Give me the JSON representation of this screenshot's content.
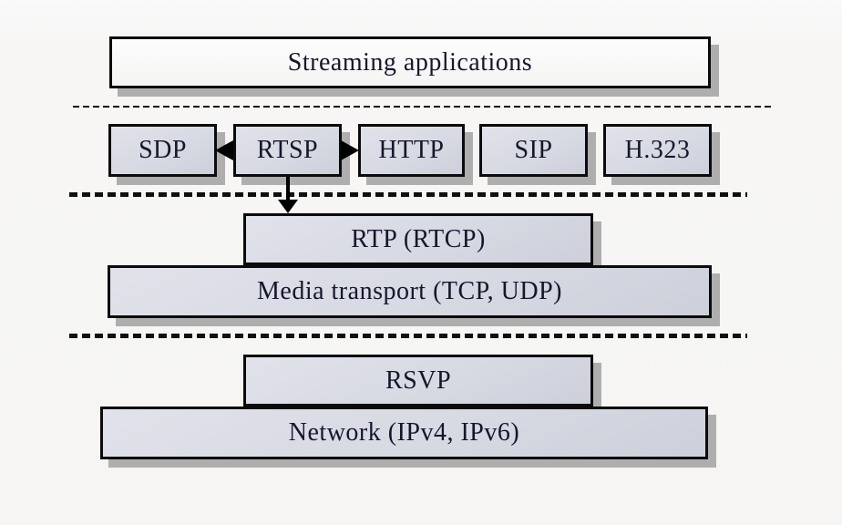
{
  "diagram": {
    "title": "Streaming applications",
    "session_protocols": [
      "SDP",
      "RTSP",
      "HTTP",
      "SIP",
      "H.323"
    ],
    "transport": {
      "rtp": "RTP (RTCP)",
      "media": "Media transport (TCP, UDP)"
    },
    "network_layer": {
      "rsvp": "RSVP",
      "network": "Network (IPv4, IPv6)"
    },
    "colors": {
      "box_fill": "#d7d9e3",
      "box_border": "#0b0b0b",
      "box_shadow": "#aeaeae",
      "text": "#16162c",
      "background": "#f7f6f5"
    }
  }
}
